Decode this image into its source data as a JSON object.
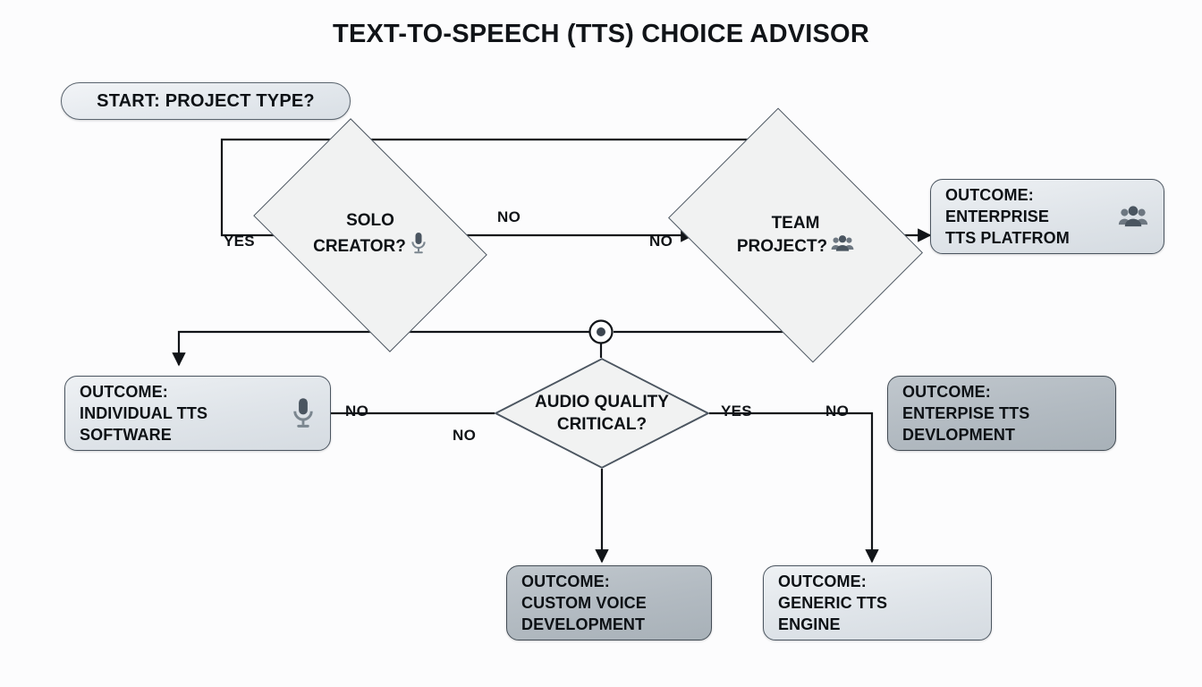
{
  "diagram": {
    "title": "TEXT-TO-SPEECH (TTS) CHOICE ADVISOR",
    "type": "flowchart",
    "background_color": "#fcfcfd",
    "ink_color": "#0d1115",
    "stroke_color": "#4b5560",
    "node_fill_light": "#dfe4e9",
    "node_fill_dark": "#b2bac1",
    "diamond_fill": "#f1f2f2",
    "icon_color": "#4a5560"
  },
  "start": {
    "label": "START: PROJECT TYPE?"
  },
  "decisions": [
    {
      "id": "solo",
      "line1": "SOLO",
      "line2": "CREATOR?",
      "icon": "microphone-icon"
    },
    {
      "id": "team",
      "line1": "TEAM",
      "line2": "PROJECT?",
      "icon": "people-group-icon"
    },
    {
      "id": "audio",
      "line1": "AUDIO QUALITY",
      "line2": "CRITICAL?",
      "icon": ""
    }
  ],
  "outcomes": [
    {
      "id": "enterprise-platform",
      "head": "OUTCOME:",
      "line1": "ENTERPRISE",
      "line2": "TTS PLATFROM",
      "icon": "people-group-icon",
      "style": "light"
    },
    {
      "id": "individual-software",
      "head": "OUTCOME:",
      "line1": "INDIVIDUAL TTS",
      "line2": "SOFTWARE",
      "icon": "microphone-icon",
      "style": "light"
    },
    {
      "id": "enterprise-development",
      "head": "OUTCOME:",
      "line1": "ENTERPISE TTS",
      "line2": "DEVLOPMENT",
      "icon": "",
      "style": "dark"
    },
    {
      "id": "custom-voice",
      "head": "OUTCOME:",
      "line1": "CUSTOM VOICE",
      "line2": "DEVELOPMENT",
      "icon": "",
      "style": "dark"
    },
    {
      "id": "generic-engine",
      "head": "OUTCOME:",
      "line1": "GENERIC TTS",
      "line2": "ENGINE",
      "icon": "",
      "style": "light"
    }
  ],
  "edge_labels": [
    {
      "id": "solo-yes",
      "text": "YES"
    },
    {
      "id": "solo-no",
      "text": "NO"
    },
    {
      "id": "team-in-no",
      "text": "NO"
    },
    {
      "id": "audio-in-no-top",
      "text": "NO"
    },
    {
      "id": "audio-in-no-bot",
      "text": "NO"
    },
    {
      "id": "audio-yes",
      "text": "YES"
    },
    {
      "id": "audio-out-no",
      "text": "NO"
    }
  ]
}
